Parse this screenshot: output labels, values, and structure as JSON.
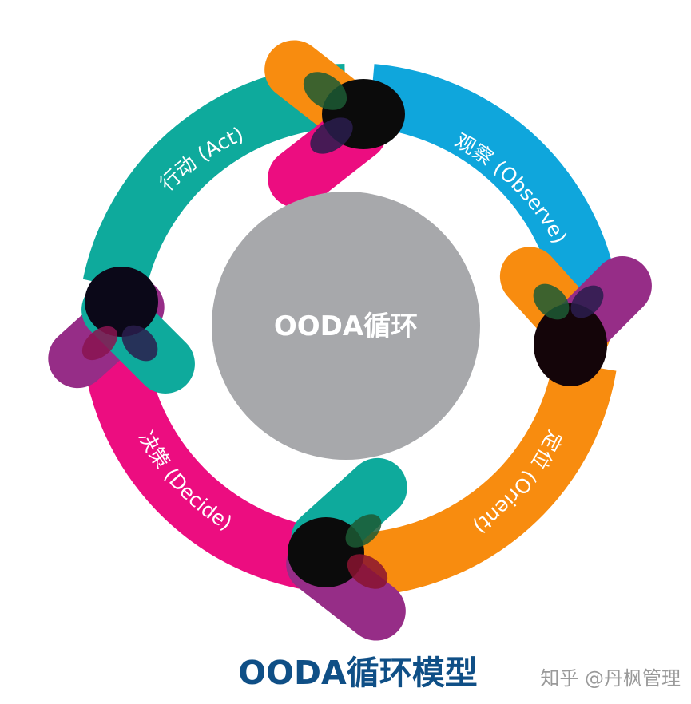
{
  "diagram": {
    "title": "OODA循环模型",
    "center_label": "OODA循环",
    "watermark": "知乎 @丹枫管理",
    "stages": [
      {
        "key": "observe",
        "label": "观察 (Observe)",
        "color": "#0fa6dc"
      },
      {
        "key": "orient",
        "label": "定位 (Orient)",
        "color": "#f88c0f"
      },
      {
        "key": "decide",
        "label": "决策 (Decide)",
        "color": "#ec0d80"
      },
      {
        "key": "act",
        "label": "行动 (Act)",
        "color": "#0eaa9c"
      }
    ],
    "center_color": "#a7a8ab",
    "title_color": "#0f4f86",
    "pill_colors": {
      "orange": "#f88c0f",
      "teal": "#0eaa9c",
      "magenta": "#ec0d80",
      "purple": "#962d87"
    }
  }
}
